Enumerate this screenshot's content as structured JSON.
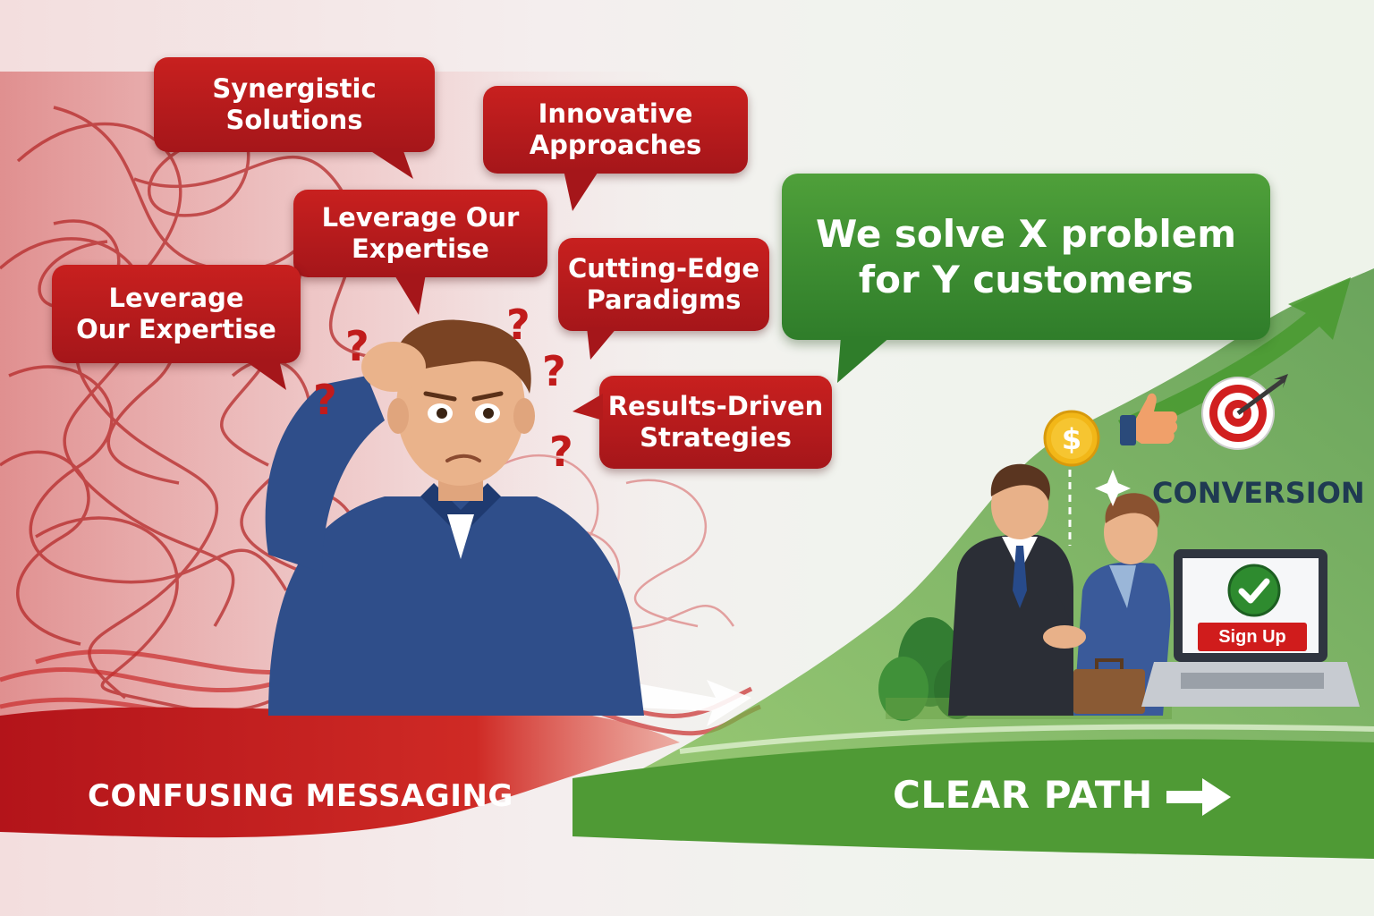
{
  "bubbles": {
    "synergistic": [
      "Synergistic",
      "Solutions"
    ],
    "innovative": [
      "Innovative",
      "Approaches"
    ],
    "leverage_top": [
      "Leverage Our",
      "Expertise"
    ],
    "leverage_left": [
      "Leverage",
      "Our Expertise"
    ],
    "cutting_edge": [
      "Cutting-Edge",
      "Paradigms"
    ],
    "results": [
      "Results-Driven",
      "Strategies"
    ],
    "headline": [
      "We solve X problem",
      "for Y customers"
    ]
  },
  "question_mark": "?",
  "labels": {
    "confusing": "CONFUSING MESSAGING",
    "clear": "CLEAR PATH",
    "conversion": "CONVERSION",
    "sign_up": "Sign Up"
  },
  "icons": {
    "coin": "dollar-coin-icon",
    "thumbs_up": "thumbs-up-icon",
    "target": "target-icon",
    "checkmark": "checkmark-icon",
    "arrow": "arrow-right-icon"
  },
  "colors": {
    "confusion_red": "#c11b1b",
    "clarity_green": "#3c8c2e"
  }
}
